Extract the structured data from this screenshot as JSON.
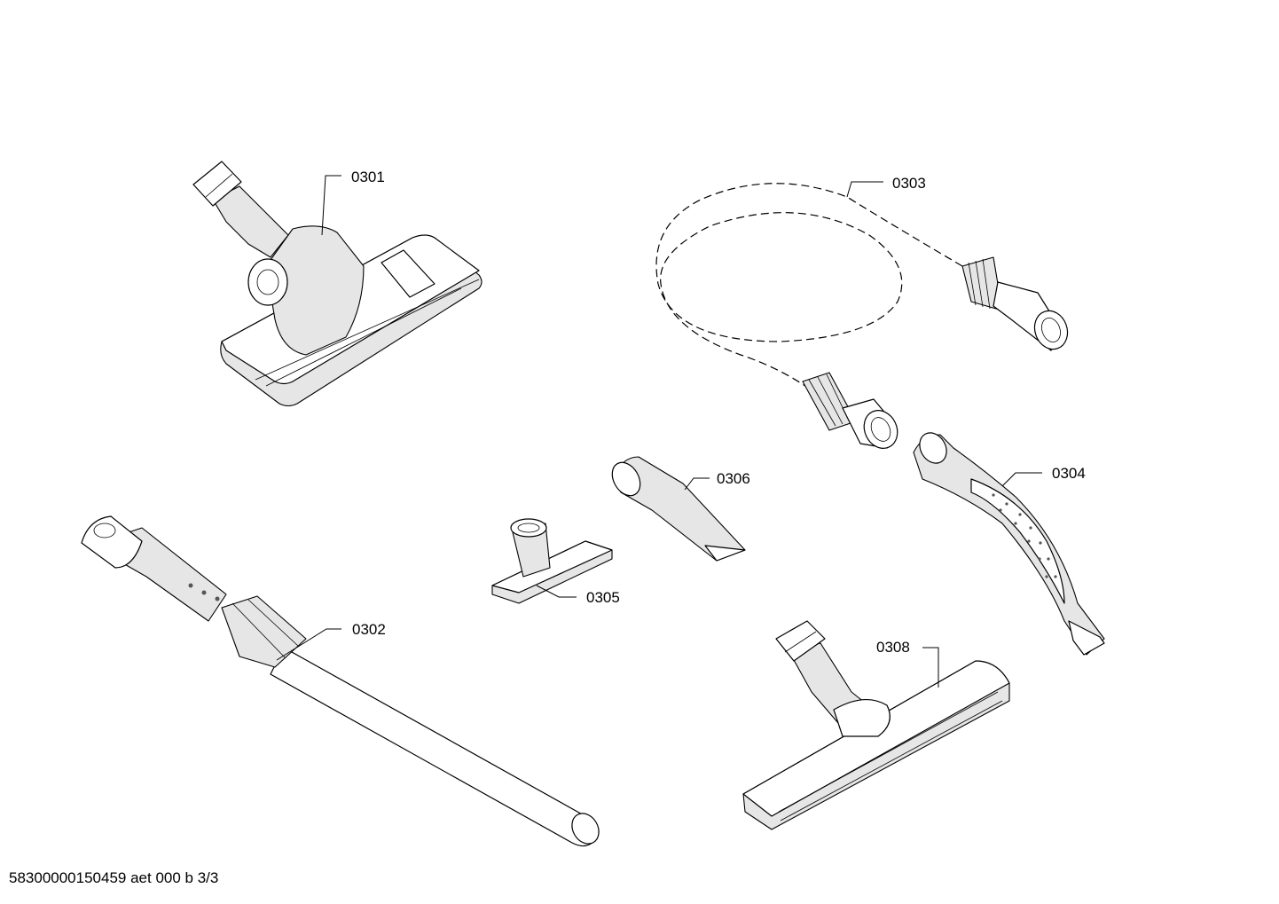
{
  "parts": {
    "p0301": "0301",
    "p0302": "0302",
    "p0303": "0303",
    "p0304": "0304",
    "p0305": "0305",
    "p0306": "0306",
    "p0308": "0308"
  },
  "footer": {
    "doc_id": "58300000150459 aet 000 b 3/3"
  }
}
